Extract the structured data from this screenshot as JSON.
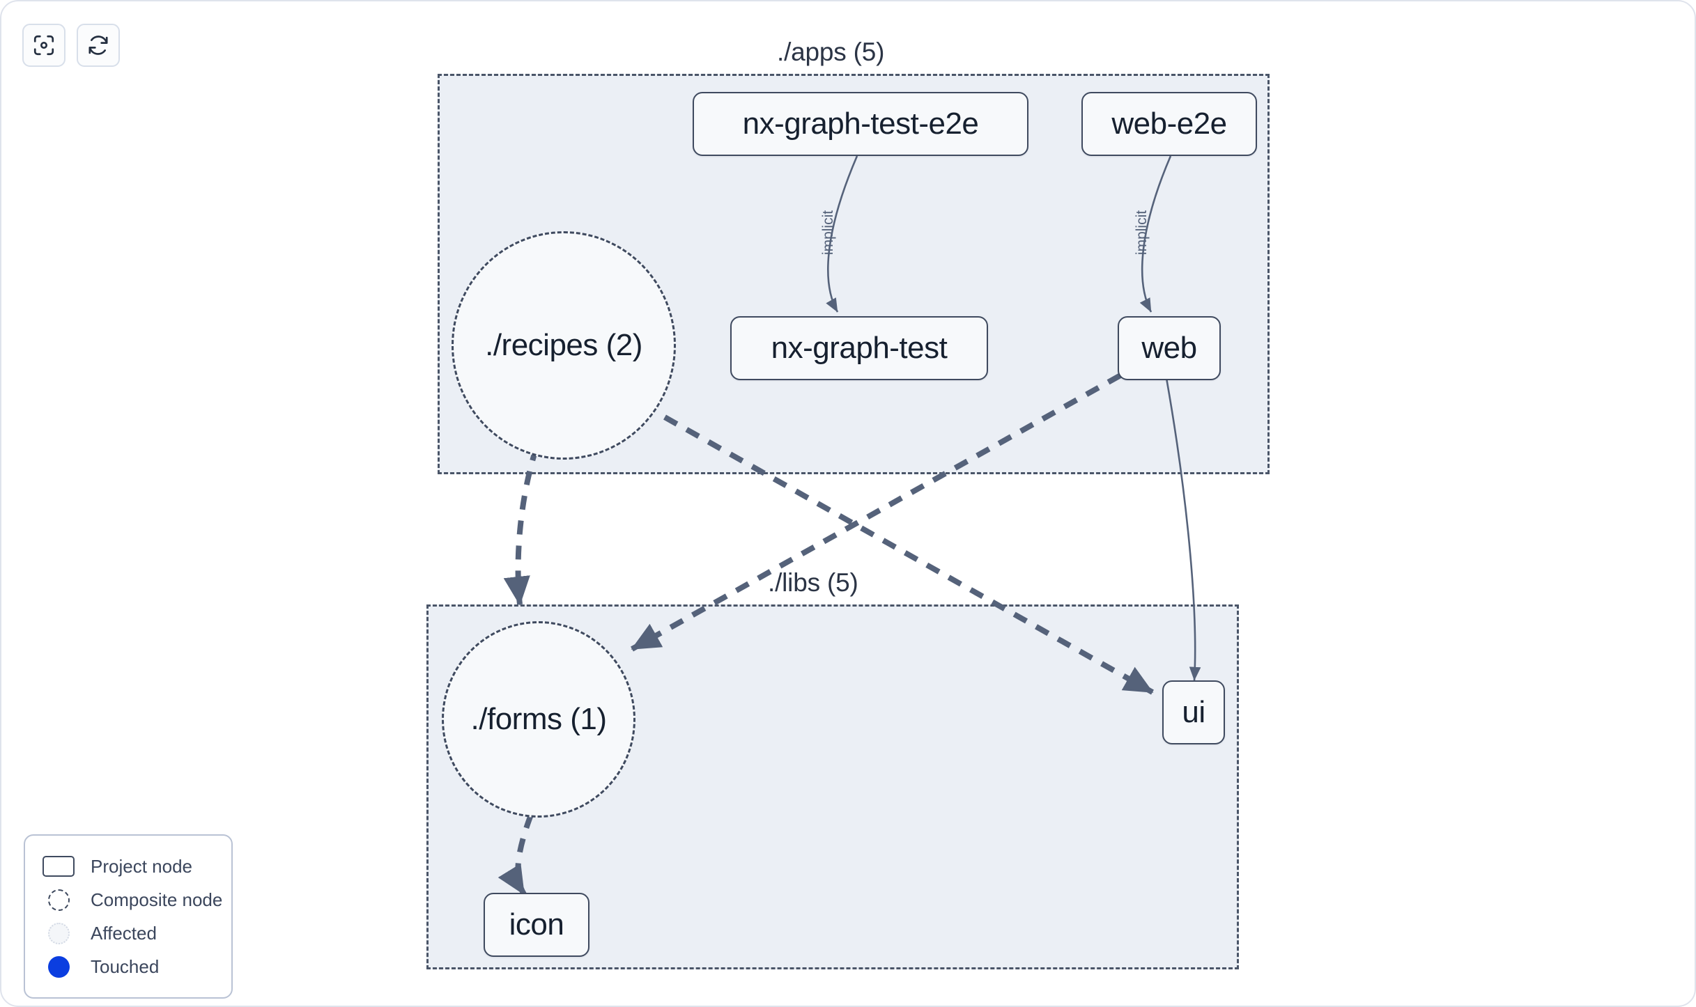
{
  "toolbar": {
    "buttons": [
      {
        "name": "focus-graph-button",
        "icon": "focus-target-icon",
        "title": "Focus graph"
      },
      {
        "name": "refresh-graph-button",
        "icon": "refresh-icon",
        "title": "Refresh graph"
      }
    ]
  },
  "graph": {
    "groups": [
      {
        "id": "apps",
        "label": "./apps (5)"
      },
      {
        "id": "libs",
        "label": "./libs (5)"
      }
    ],
    "nodes": [
      {
        "id": "nx-graph-test-e2e",
        "label": "nx-graph-test-e2e",
        "kind": "project",
        "group": "apps"
      },
      {
        "id": "web-e2e",
        "label": "web-e2e",
        "kind": "project",
        "group": "apps"
      },
      {
        "id": "nx-graph-test",
        "label": "nx-graph-test",
        "kind": "project",
        "group": "apps"
      },
      {
        "id": "web",
        "label": "web",
        "kind": "project",
        "group": "apps"
      },
      {
        "id": "recipes",
        "label": "./recipes (2)",
        "kind": "composite",
        "group": "apps"
      },
      {
        "id": "forms",
        "label": "./forms (1)",
        "kind": "composite",
        "group": "libs"
      },
      {
        "id": "ui",
        "label": "ui",
        "kind": "project",
        "group": "libs"
      },
      {
        "id": "icon",
        "label": "icon",
        "kind": "project",
        "group": "libs"
      }
    ],
    "edges": [
      {
        "source": "nx-graph-test-e2e",
        "target": "nx-graph-test",
        "label": "implicit",
        "style": "solid"
      },
      {
        "source": "web-e2e",
        "target": "web",
        "label": "implicit",
        "style": "solid"
      },
      {
        "source": "web",
        "target": "ui",
        "label": "",
        "style": "solid"
      },
      {
        "source": "recipes",
        "target": "forms",
        "label": "",
        "style": "dashed"
      },
      {
        "source": "recipes",
        "target": "ui",
        "label": "",
        "style": "dashed"
      },
      {
        "source": "web",
        "target": "forms",
        "label": "",
        "style": "dashed"
      },
      {
        "source": "forms",
        "target": "icon",
        "label": "",
        "style": "dashed"
      }
    ]
  },
  "legend": {
    "items": [
      {
        "label": "Project node",
        "swatch": "project-node-swatch"
      },
      {
        "label": "Composite node",
        "swatch": "composite-node-swatch"
      },
      {
        "label": "Affected",
        "swatch": "affected-swatch"
      },
      {
        "label": "Touched",
        "swatch": "touched-swatch"
      }
    ]
  },
  "colors": {
    "group_fill": "#ebeff5",
    "group_border": "#4a5568",
    "node_fill": "#f7f9fb",
    "node_border": "#3f4a5f",
    "edge": "#55627a",
    "touched": "#0b3ee0",
    "page_border": "#dfe3ec"
  }
}
